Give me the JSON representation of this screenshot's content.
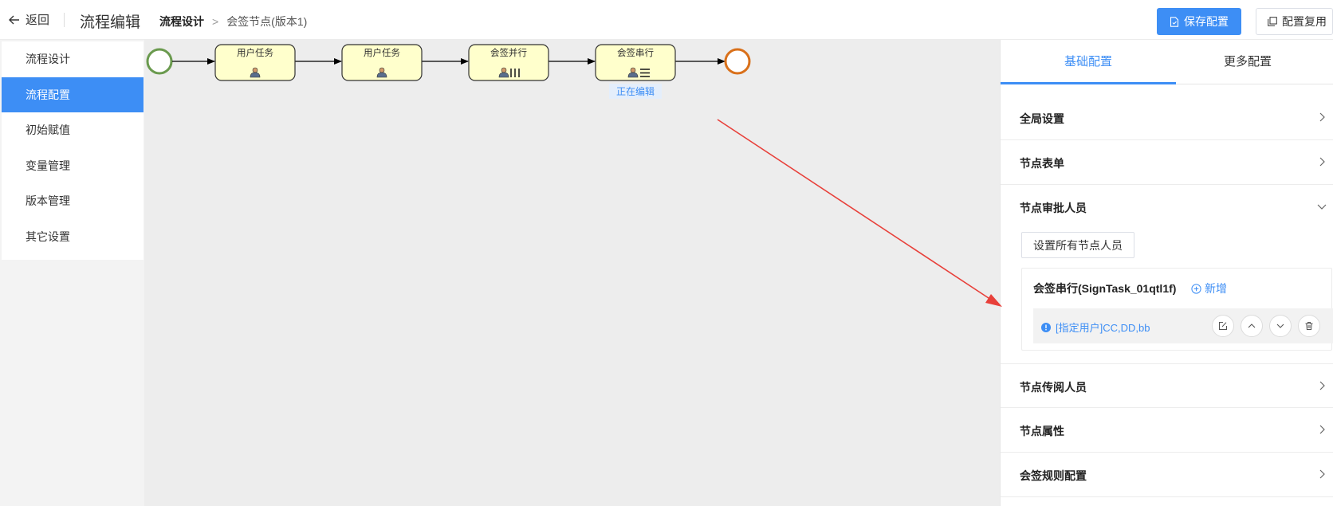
{
  "header": {
    "back_label": "返回",
    "app_title": "流程编辑",
    "breadcrumb": {
      "current": "流程设计",
      "separator": ">",
      "page": "会签节点(版本1)"
    },
    "save_label": "保存配置",
    "reuse_label": "配置复用"
  },
  "sidebar": {
    "items": [
      {
        "label": "流程设计",
        "active": false
      },
      {
        "label": "流程配置",
        "active": true
      },
      {
        "label": "初始赋值",
        "active": false
      },
      {
        "label": "变量管理",
        "active": false
      },
      {
        "label": "版本管理",
        "active": false
      },
      {
        "label": "其它设置",
        "active": false
      }
    ]
  },
  "flow": {
    "nodes": [
      {
        "label": "用户任务",
        "marker": "user"
      },
      {
        "label": "用户任务",
        "marker": "user"
      },
      {
        "label": "会签并行",
        "marker": "parallel"
      },
      {
        "label": "会签串行",
        "marker": "sequential"
      }
    ],
    "editing_label": "正在编辑"
  },
  "panel": {
    "tabs": [
      {
        "label": "基础配置",
        "active": true
      },
      {
        "label": "更多配置",
        "active": false
      }
    ],
    "sections": {
      "global": "全局设置",
      "form": "节点表单",
      "approvers": "节点审批人员",
      "cc": "节点传阅人员",
      "props": "节点属性",
      "rules": "会签规则配置"
    },
    "set_all_label": "设置所有节点人员",
    "approver_node_title": "会签串行(SignTask_01qtl1f)",
    "add_label": "新增",
    "assigned_users": "[指定用户]CC,DD,bb"
  },
  "colors": {
    "primary": "#3d8ef5",
    "start_event": "#6a9a4e",
    "end_event": "#d9701a",
    "task_fill": "#ffffcc",
    "annotation_arrow": "#e8403a"
  }
}
